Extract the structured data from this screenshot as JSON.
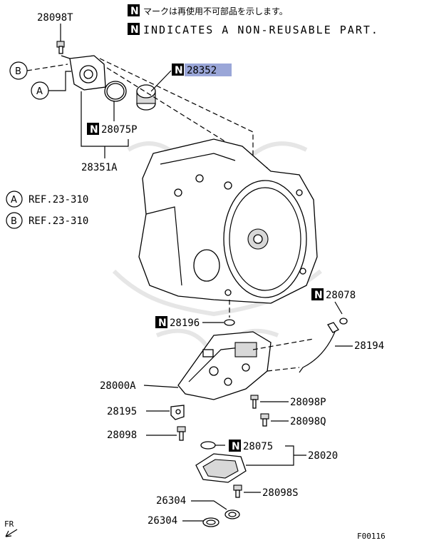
{
  "header": {
    "notice_jp": "マークは再使用不可部品を示します。",
    "notice_en": "INDICATES A NON-REUSABLE PART.",
    "n_mark": "N"
  },
  "parts": {
    "p28098T": "28098T",
    "p28352": "28352",
    "p28075P": "28075P",
    "p28351A": "28351A",
    "p28078": "28078",
    "p28196": "28196",
    "p28194": "28194",
    "p28000A": "28000A",
    "p28098P": "28098P",
    "p28195": "28195",
    "p28098Q": "28098Q",
    "p28098": "28098",
    "p28075": "28075",
    "p28020": "28020",
    "p28098S": "28098S",
    "p26304a": "26304",
    "p26304b": "26304"
  },
  "refs": {
    "a_letter": "A",
    "b_letter": "B",
    "a_ref": "REF.23-310",
    "b_ref": "REF.23-310"
  },
  "footer": {
    "direction": "FR",
    "figure_id": "F00116"
  },
  "colors": {
    "highlight": "#9aa6d8",
    "line": "#000000"
  }
}
